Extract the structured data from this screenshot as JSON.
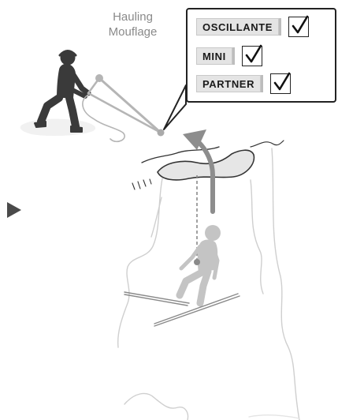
{
  "caption": {
    "line1": "Hauling",
    "line2": "Mouflage"
  },
  "devices": [
    {
      "label": "OSCILLANTE",
      "checked": true
    },
    {
      "label": "MINI",
      "checked": true
    },
    {
      "label": "PARTNER",
      "checked": true
    }
  ],
  "colors": {
    "hauler_figure": "#3a3a3a",
    "victim_figure": "#c4c4c4",
    "rope": "#b5b5b5",
    "arrow": "#8d8d8d",
    "panel_border": "#222222",
    "caption_text": "#8a8a8a"
  },
  "icons": {
    "pointer": "play-triangle-icon",
    "check": "check-mark-icon"
  }
}
